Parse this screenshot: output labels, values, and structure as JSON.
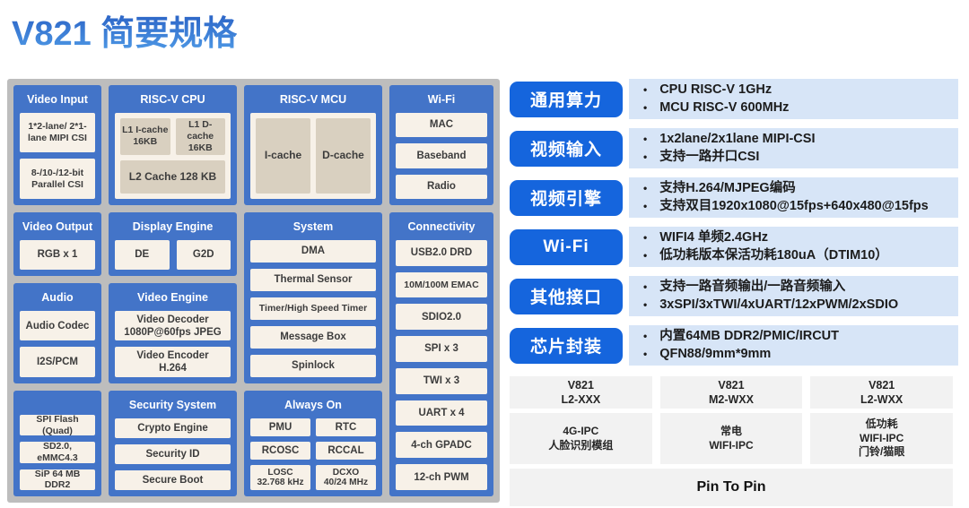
{
  "title": "V821 简要规格",
  "colors": {
    "title_blue": "#2f74d4",
    "block_blue": "#4374c8",
    "pill_blue": "#1565dd",
    "diagram_bg": "#bdbdbd",
    "box_cream": "#f7f1e8",
    "cache_tan": "#d9d0c0",
    "spec_bg": "#d7e5f7",
    "table_cell_bg": "#f2f2f2"
  },
  "diagram": {
    "blocks": {
      "video_input": {
        "title": "Video Input",
        "boxes": [
          "1*2-lane/ 2*1-lane MIPI CSI",
          "8-/10-/12-bit Parallel CSI"
        ]
      },
      "riscv_cpu": {
        "title": "RISC-V CPU",
        "caches": [
          "L1 I-cache 16KB",
          "L1 D-cache 16KB"
        ],
        "l2": "L2 Cache 128 KB"
      },
      "riscv_mcu": {
        "title": "RISC-V MCU",
        "caches": [
          "I-cache",
          "D-cache"
        ]
      },
      "wifi": {
        "title": "Wi-Fi",
        "boxes": [
          "MAC",
          "Baseband",
          "Radio"
        ]
      },
      "video_output": {
        "title": "Video Output",
        "boxes": [
          "RGB x 1"
        ]
      },
      "display_engine": {
        "title": "Display Engine",
        "boxes": [
          "DE",
          "G2D"
        ]
      },
      "system": {
        "title": "System",
        "boxes": [
          "DMA",
          "Thermal Sensor",
          "Timer/High Speed Timer",
          "Message Box",
          "Spinlock"
        ]
      },
      "connectivity": {
        "title": "Connectivity",
        "boxes": [
          "USB2.0 DRD",
          "10M/100M EMAC",
          "SDIO2.0",
          "SPI x 3",
          "TWI x 3",
          "UART x 4",
          "4-ch GPADC",
          "12-ch PWM"
        ]
      },
      "audio": {
        "title": "Audio",
        "boxes": [
          "Audio Codec",
          "I2S/PCM"
        ]
      },
      "video_engine": {
        "title": "Video Engine",
        "boxes": [
          {
            "l1": "Video Decoder",
            "l2": "1080P@60fps JPEG"
          },
          {
            "l1": "Video Encoder",
            "l2": "H.264"
          }
        ]
      },
      "storage": {
        "boxes": [
          "SPI Flash (Quad)",
          "SD2.0, eMMC4.3",
          "SiP 64 MB DDR2"
        ]
      },
      "security": {
        "title": "Security System",
        "boxes": [
          "Crypto Engine",
          "Security ID",
          "Secure Boot"
        ]
      },
      "always_on": {
        "title": "Always On",
        "boxes": [
          "PMU",
          "RTC",
          "RCOSC",
          "RCCAL"
        ],
        "small": [
          {
            "l1": "LOSC",
            "l2": "32.768 kHz"
          },
          {
            "l1": "DCXO",
            "l2": "40/24 MHz"
          }
        ]
      }
    }
  },
  "specs": [
    {
      "label": "通用算力",
      "items": [
        "CPU RISC-V 1GHz",
        "MCU RISC-V 600MHz"
      ]
    },
    {
      "label": "视频输入",
      "items": [
        "1x2lane/2x1lane MIPI-CSI",
        "支持一路并口CSI"
      ]
    },
    {
      "label": "视频引擎",
      "items": [
        "支持H.264/MJPEG编码",
        "支持双目1920x1080@15fps+640x480@15fps"
      ]
    },
    {
      "label": "Wi-Fi",
      "items": [
        "WIFI4 单频2.4GHz",
        "低功耗版本保活功耗180uA（DTIM10）"
      ]
    },
    {
      "label": "其他接口",
      "items": [
        "支持一路音频输出/一路音频输入",
        "3xSPI/3xTWI/4xUART/12xPWM/2xSDIO"
      ]
    },
    {
      "label": "芯片封装",
      "items": [
        "内置64MB DDR2/PMIC/IRCUT",
        "QFN88/9mm*9mm"
      ]
    }
  ],
  "variants": {
    "models": [
      {
        "lines": [
          "V821",
          "L2-XXX"
        ]
      },
      {
        "lines": [
          "V821",
          "M2-WXX"
        ]
      },
      {
        "lines": [
          "V821",
          "L2-WXX"
        ]
      }
    ],
    "uses": [
      {
        "lines": [
          "4G-IPC",
          "人脸识别模组"
        ]
      },
      {
        "lines": [
          "常电",
          "WIFI-IPC"
        ]
      },
      {
        "lines": [
          "低功耗",
          "WIFI-IPC",
          "门铃/猫眼"
        ]
      }
    ],
    "footer": "Pin To Pin"
  }
}
